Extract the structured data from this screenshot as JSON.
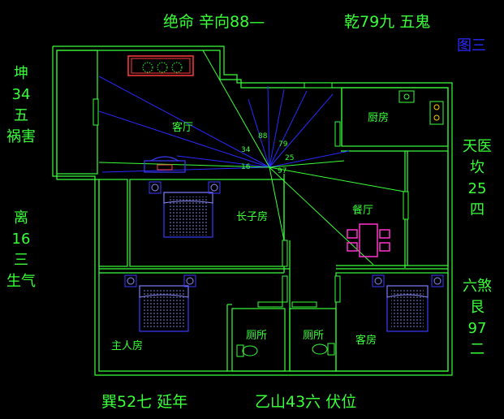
{
  "header": {
    "left": "绝命 辛向88—",
    "right": "乾79九 五鬼",
    "figure_label": "图三"
  },
  "footer": {
    "left": "巽52七  延年",
    "right": "乙山43六  伏位"
  },
  "sides": {
    "left_top": [
      "坤",
      "34",
      "五",
      "祸害"
    ],
    "left_bottom": [
      "离",
      "16",
      "三",
      "生气"
    ],
    "right_top": [
      "天医",
      "坎",
      "25",
      "四"
    ],
    "right_bottom": [
      "六煞",
      "艮",
      "97",
      "二"
    ]
  },
  "rooms": {
    "living": "客厅",
    "kitchen": "厨房",
    "eldest_son": "长子房",
    "dining": "餐厅",
    "master": "主人房",
    "toilet1": "厕所",
    "toilet2": "厕所",
    "guest": "客房"
  },
  "center_numbers": {
    "n88": "88",
    "n79": "79",
    "n34": "34",
    "n16": "16",
    "n25": "25",
    "n97": "97"
  },
  "colors": {
    "background": "#000000",
    "wall": "#39ff39",
    "sector_line": "#2a2aff",
    "furniture": "#3a3aff",
    "sofa": "#ff3a3a",
    "table": "#ff33cc"
  }
}
